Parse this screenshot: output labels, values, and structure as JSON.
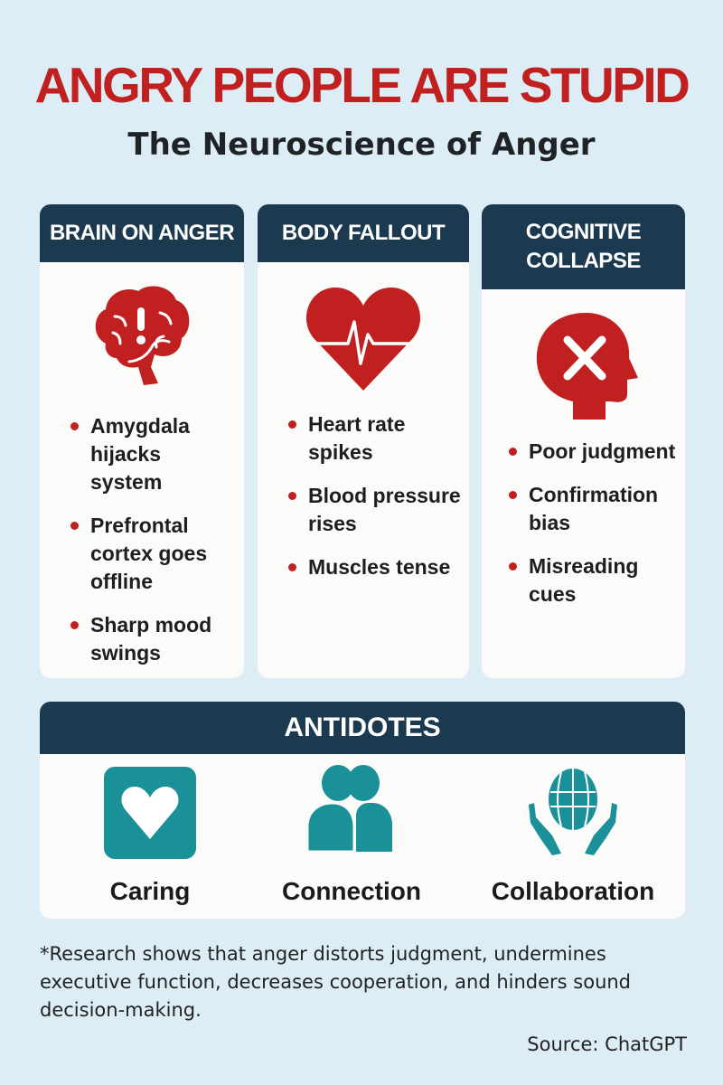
{
  "title": "ANGRY PEOPLE ARE STUPID",
  "subtitle": "The Neuroscience of Anger",
  "colors": {
    "background": "#dcedf6",
    "header": "#1b3a4f",
    "accent_red": "#c0201f",
    "teal": "#1a9099"
  },
  "cards": [
    {
      "heading": "BRAIN ON ANGER",
      "icon": "brain-alert-icon",
      "bullets": [
        "Amygdala hijacks system",
        "Prefrontal cortex goes offline",
        "Sharp mood swings"
      ]
    },
    {
      "heading": "BODY FALLOUT",
      "icon": "heart-pulse-icon",
      "bullets": [
        "Heart rate spikes",
        "Blood pressure rises",
        "Muscles tense"
      ]
    },
    {
      "heading": "COGNITIVE COLLAPSE",
      "icon": "head-x-icon",
      "bullets": [
        "Poor judgment",
        "Confirmation bias",
        "Misreading cues"
      ]
    }
  ],
  "antidotes": {
    "heading": "ANTIDOTES",
    "items": [
      {
        "label": "Caring",
        "icon": "heart-square-icon"
      },
      {
        "label": "Connection",
        "icon": "people-icon"
      },
      {
        "label": "Collaboration",
        "icon": "globe-hands-icon"
      }
    ]
  },
  "footnote": "*Research shows that anger distorts judgment, undermines executive function, decreases cooperation, and hinders sound decision-making.",
  "source": "Source: ChatGPT"
}
